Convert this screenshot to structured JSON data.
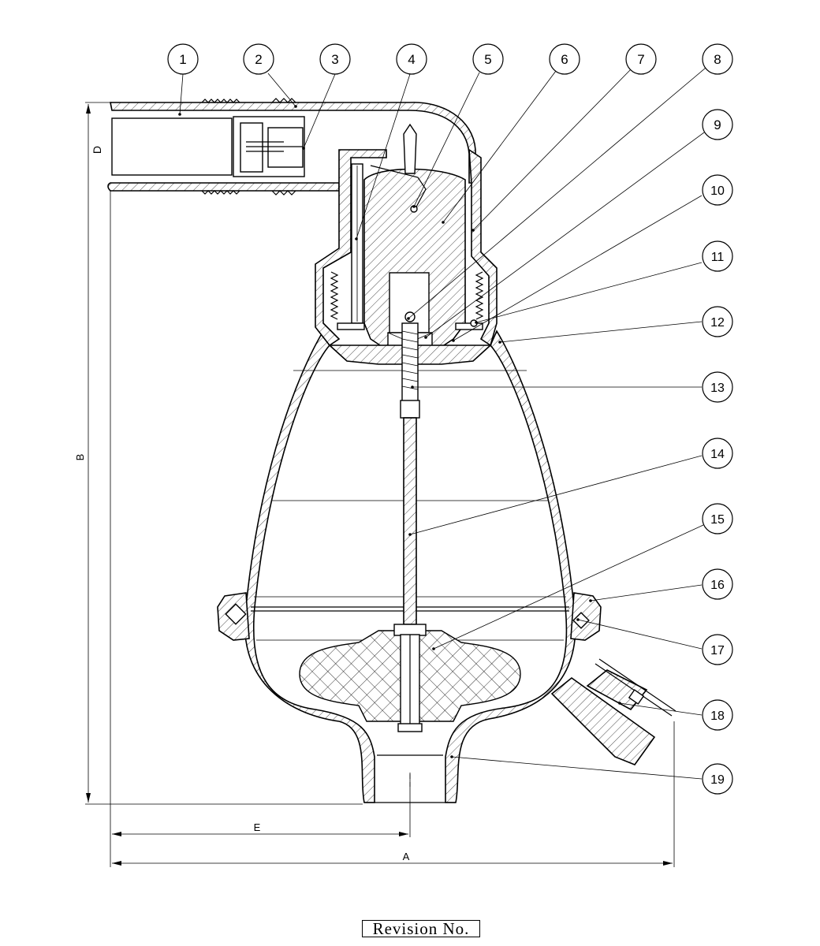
{
  "part_numbers": [
    "1",
    "2",
    "3",
    "4",
    "5",
    "6",
    "7",
    "8",
    "9",
    "10",
    "11",
    "12",
    "13",
    "14",
    "15",
    "16",
    "17",
    "18",
    "19"
  ],
  "dimensions": {
    "a": "A",
    "b": "B",
    "d": "D",
    "e": "E"
  },
  "revision_label": "Revision No."
}
